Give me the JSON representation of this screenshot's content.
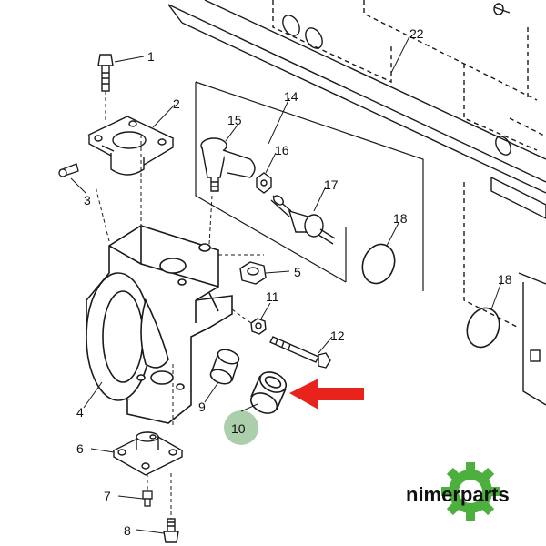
{
  "callouts": [
    {
      "id": "1",
      "label": "1"
    },
    {
      "id": "2",
      "label": "2"
    },
    {
      "id": "3",
      "label": "3"
    },
    {
      "id": "4",
      "label": "4"
    },
    {
      "id": "5",
      "label": "5"
    },
    {
      "id": "6",
      "label": "6"
    },
    {
      "id": "7",
      "label": "7"
    },
    {
      "id": "8",
      "label": "8"
    },
    {
      "id": "9",
      "label": "9"
    },
    {
      "id": "10",
      "label": "10",
      "highlighted": true
    },
    {
      "id": "11",
      "label": "11"
    },
    {
      "id": "12",
      "label": "12"
    },
    {
      "id": "14",
      "label": "14"
    },
    {
      "id": "15",
      "label": "15"
    },
    {
      "id": "16",
      "label": "16"
    },
    {
      "id": "17",
      "label": "17"
    },
    {
      "id": "18a",
      "label": "18"
    },
    {
      "id": "18b",
      "label": "18"
    },
    {
      "id": "22",
      "label": "22"
    }
  ],
  "logo": {
    "text": "nimerparts",
    "gear_color": "#4caf3e",
    "gear_icon": "gear-icon"
  },
  "colors": {
    "line": "#1a1a1a",
    "highlight_circle": "#8fbf8f",
    "arrow": "#e8231c"
  }
}
